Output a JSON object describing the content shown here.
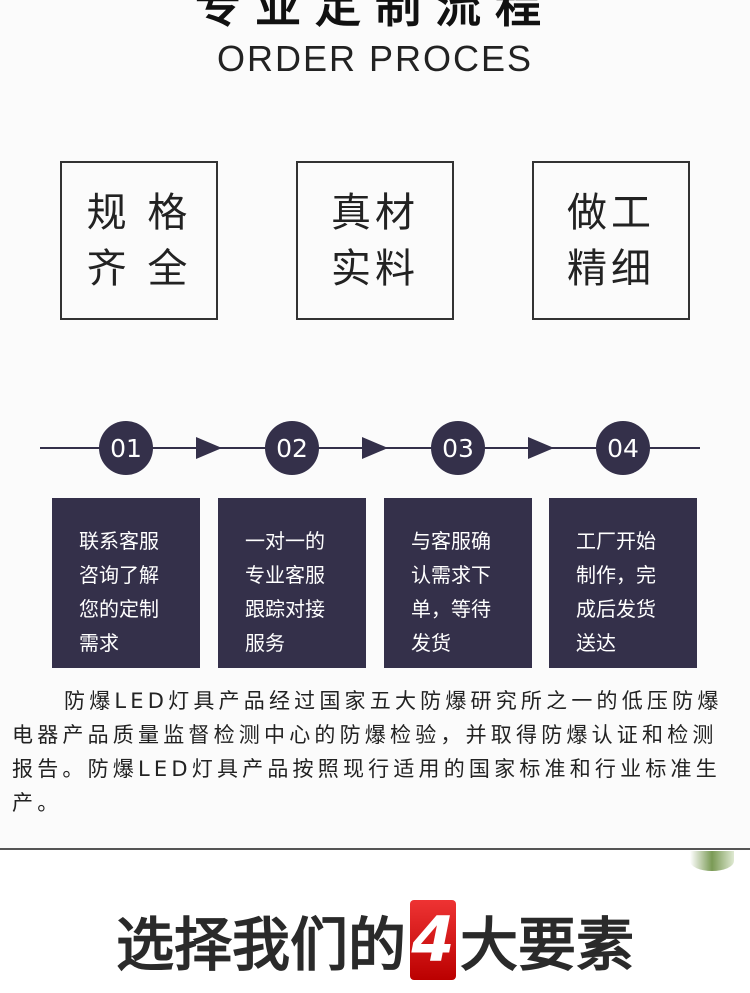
{
  "header": {
    "title_cn": "专业定制流程",
    "title_en": "ORDER PROCES"
  },
  "features": [
    {
      "l1": "规 格",
      "l2": "齐 全"
    },
    {
      "l1": "真材",
      "l2": "实料"
    },
    {
      "l1": "做工",
      "l2": "精细"
    }
  ],
  "steps": [
    {
      "num": "01",
      "text": "联系客服\n咨询了解\n您的定制\n需求"
    },
    {
      "num": "02",
      "text": "一对一的\n专业客服\n跟踪对接\n服务"
    },
    {
      "num": "03",
      "text": "与客服确\n认需求下\n单，等待\n发货"
    },
    {
      "num": "04",
      "text": "工厂开始\n制作，完\n成后发货\n送达"
    }
  ],
  "paragraph": "防爆LED灯具产品经过国家五大防爆研究所之一的低压防爆电器产品质量监督检测中心的防爆检验，并取得防爆认证和检测报告。防爆LED灯具产品按照现行适用的国家标准和行业标准生产。",
  "section2": {
    "before": "选择我们的",
    "number": "4",
    "after": "大要素"
  }
}
